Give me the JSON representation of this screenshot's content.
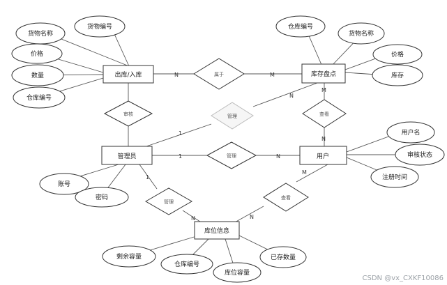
{
  "entities": {
    "outin": "出库/入库",
    "stock": "库存盘点",
    "admin": "管理员",
    "user": "用户",
    "slot": "库位信息"
  },
  "attributes": {
    "goods_name_left": "货物名称",
    "goods_no_left": "货物编号",
    "price_left": "价格",
    "qty": "数量",
    "wh_no_left": "仓库编号",
    "wh_no_right": "仓库编号",
    "goods_name_right": "货物名称",
    "price_right": "价格",
    "inventory": "库存",
    "username": "用户名",
    "audit_status": "审核状态",
    "reg_time": "注册时间",
    "account": "账号",
    "password": "密码",
    "remaining": "剩余容量",
    "wh_no_bottom": "仓库编号",
    "capacity": "库位容量",
    "stored": "已存数量"
  },
  "relationships": {
    "belongs": "属于",
    "manage_top": "管理",
    "audit_left": "审核",
    "view_right": "查看",
    "manage_mid": "管理",
    "manage_bottom": "管理",
    "view_bottom": "查看"
  },
  "cardinalities": {
    "c1": "N",
    "c2": "M",
    "c3": "N",
    "c4": "M",
    "c5": "N",
    "c6": "1",
    "c7": "1",
    "c8": "N",
    "c9": "1",
    "c10": "N",
    "c11": "M",
    "c12": "N"
  },
  "watermark": "CSDN @vx_CXKF10086"
}
